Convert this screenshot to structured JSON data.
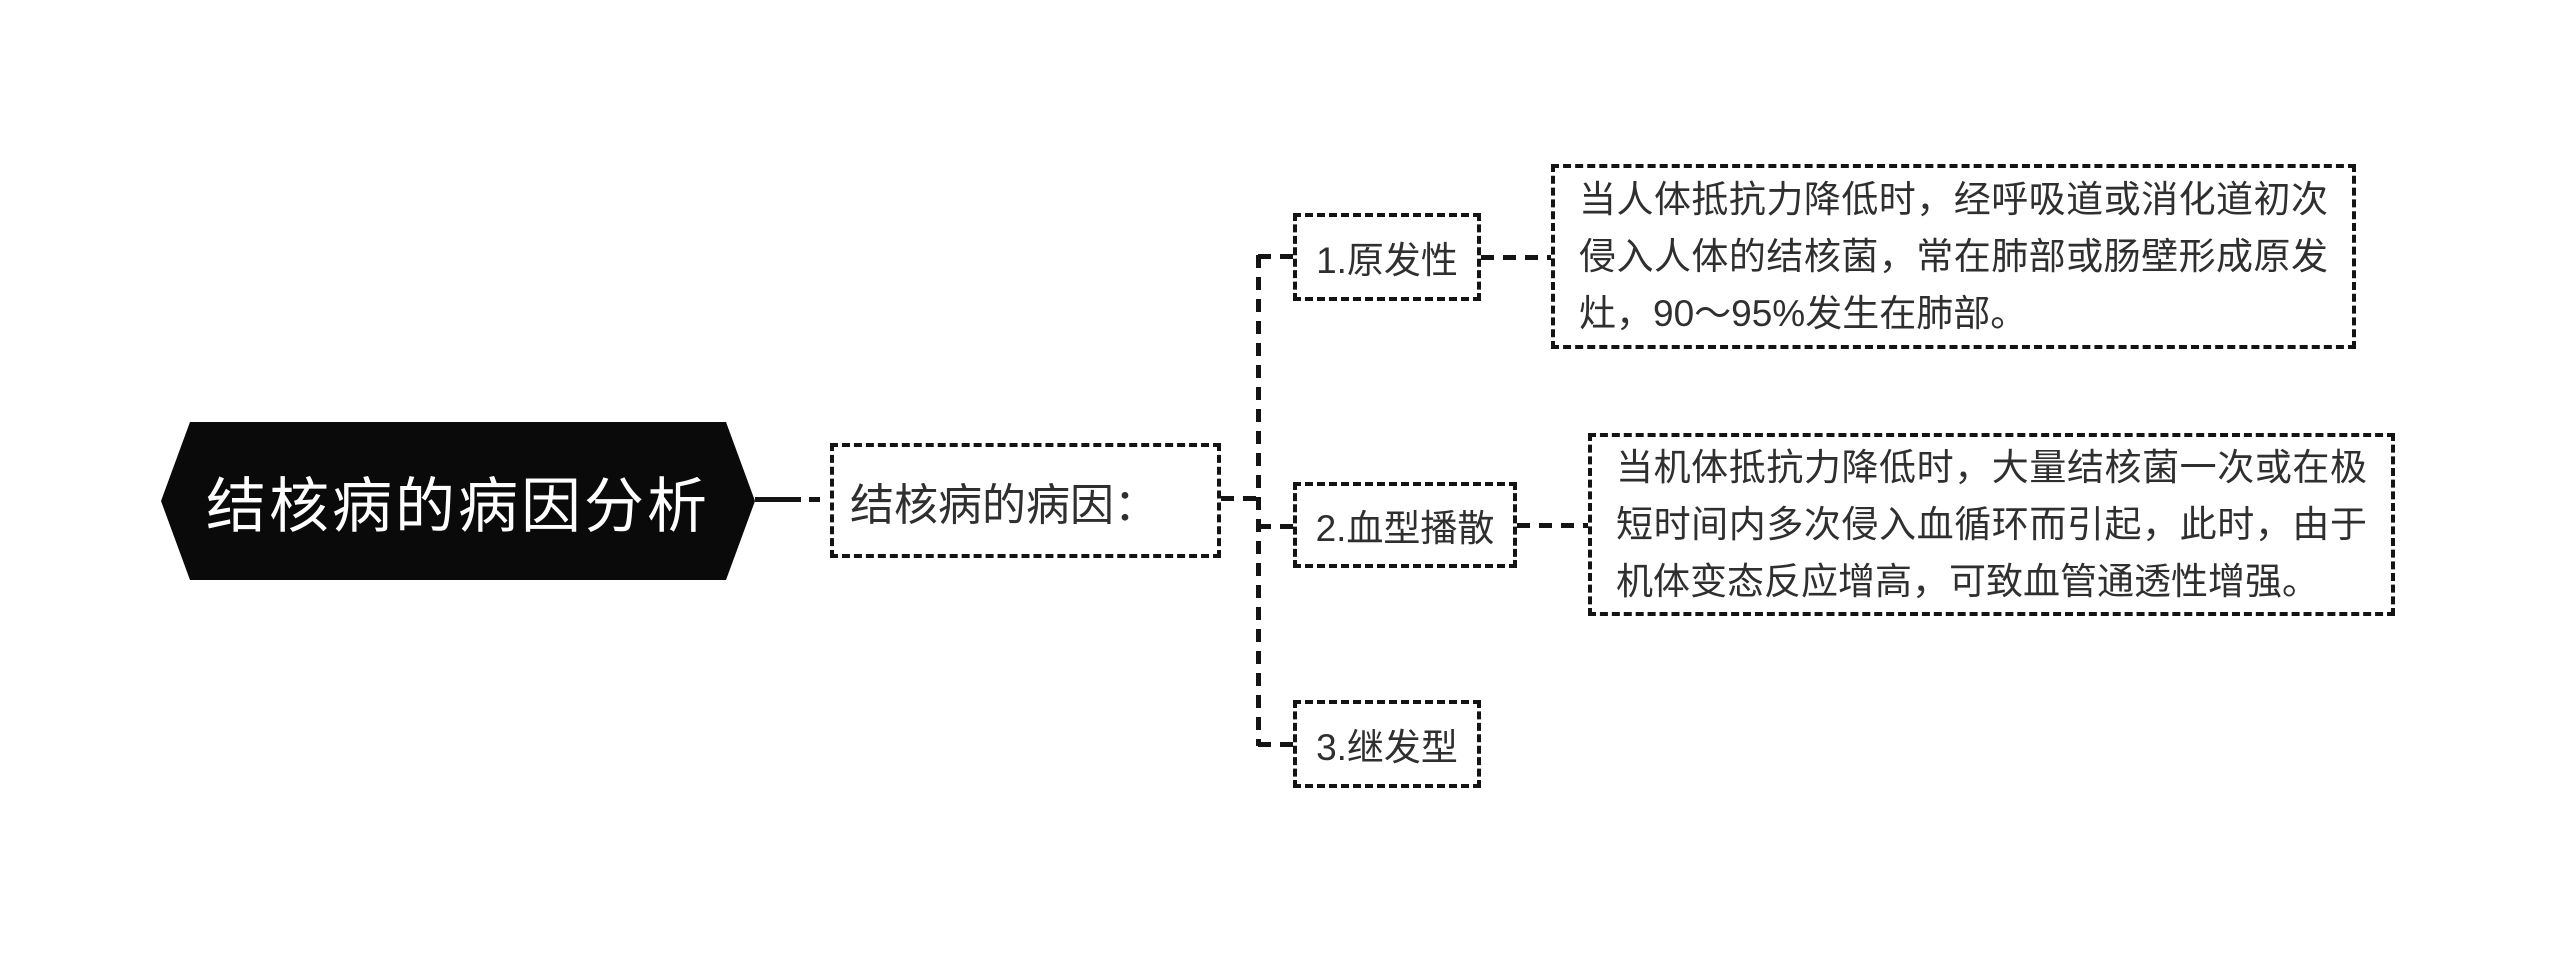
{
  "diagram": {
    "title": "结核病的病因分析",
    "center": {
      "label": "结核病的病因："
    },
    "branches": [
      {
        "label": "1.原发性",
        "description": "当人体抵抗力降低时，经呼吸道或消化道初次侵入人体的结核菌，常在肺部或肠壁形成原发灶，90～95%发生在肺部。"
      },
      {
        "label": "2.血型播散",
        "description": "当机体抵抗力降低时，大量结核菌一次或在极短时间内多次侵入血循环而引起，此时，由于机体变态反应增高，可致血管通透性增强。"
      },
      {
        "label": "3.继发型"
      }
    ],
    "colors": {
      "background": "#ffffff",
      "root_node_bg": "#0a0a0a",
      "root_node_text": "#ffffff",
      "border": "#141414",
      "text": "#2f2f2f"
    }
  }
}
